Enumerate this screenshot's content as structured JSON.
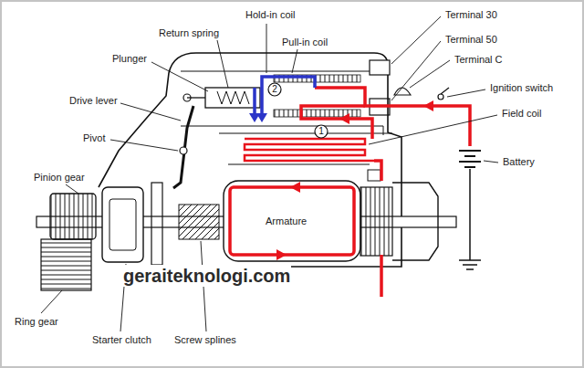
{
  "diagram": {
    "nodes": [
      {
        "text": [
          "2"
        ]
      },
      {
        "text": [
          "1"
        ]
      }
    ],
    "labels": [
      "Hold-in coil",
      "Return spring",
      "Pull-in coil",
      "Terminal 30",
      "Terminal 50",
      "Terminal C",
      "Plunger",
      "Ignition switch",
      "Drive lever",
      "Field coil",
      "Pivot",
      "Battery",
      "Pinion gear",
      "Armature",
      "geraiteknologi.com",
      "Ring gear",
      "Starter clutch",
      "Screw splines"
    ]
  }
}
